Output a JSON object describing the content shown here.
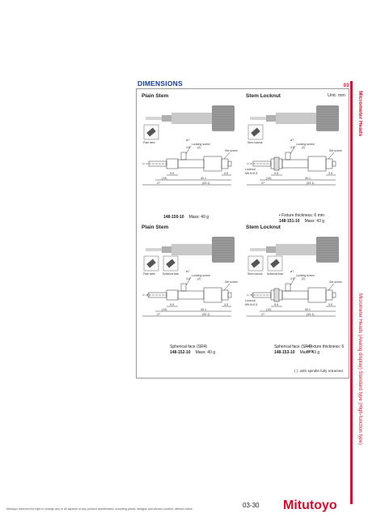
{
  "header": {
    "page_tab": "03"
  },
  "side": {
    "category": "Micrometer Heads",
    "subcategory": "Micrometer Heads (Analog display) Standard type (High-function type)"
  },
  "section": {
    "title": "DIMENSIONS",
    "unit": "Unit: mm"
  },
  "panels": [
    {
      "title": "Plain Stem",
      "photo_labels": [
        "Plain stem"
      ],
      "labels": {
        "locking_screw": "Locking screw",
        "set_screw": "Set screw",
        "locknut": ""
      },
      "dims": {
        "d1": "9.5",
        "d2": "(14)",
        "d3": "40.1",
        "d4": "27",
        "d5": "(53.1)",
        "d6": "3.5",
        "t1": "ø7",
        "t2": "4.6",
        "t3": "(2)"
      },
      "model": "148-150-10",
      "mass": "Mass: 40 g",
      "thickness": "",
      "spherical": ""
    },
    {
      "title": "Stem Locknut",
      "photo_labels": [
        "Stem locknut"
      ],
      "labels": {
        "locking_screw": "Locking screw",
        "set_screw": "Set screw",
        "locknut": "Locknut",
        "locknut_spec": "M9.5×0.5"
      },
      "dims": {
        "d1": "9.5",
        "d2": "(14)",
        "d3": "40.1",
        "d4": "27",
        "d5": "(53.1)",
        "d6": "3.5",
        "t1": "ø7",
        "t2": "4.6",
        "t3": "(2)"
      },
      "model": "148-151-10",
      "mass": "Mass: 43 g",
      "thickness": "• Fixture thickness: 6 mm",
      "spherical": ""
    },
    {
      "title": "Plain Stem",
      "photo_labels": [
        "Plain stem",
        "Spherical face"
      ],
      "labels": {
        "locking_screw": "Locking screw",
        "set_screw": "Set screw",
        "locknut": ""
      },
      "dims": {
        "d1": "9.5",
        "d2": "(14)",
        "d3": "40.1",
        "d4": "27",
        "d5": "(53.1)",
        "d6": "3.5",
        "t1": "ø7",
        "t2": "4.6",
        "t3": "(2)"
      },
      "model": "148-152-10",
      "mass": "Mass: 40 g",
      "thickness": "",
      "spherical": "Spherical face (SR4)"
    },
    {
      "title": "Stem Locknut",
      "photo_labels": [
        "Stem locknut",
        "Spherical face"
      ],
      "labels": {
        "locking_screw": "Locking screw",
        "set_screw": "Set screw",
        "locknut": "Locknut",
        "locknut_spec": "M9.5×0.5"
      },
      "dims": {
        "d1": "9.5",
        "d2": "(14)",
        "d3": "40.1",
        "d4": "27",
        "d5": "(53.1)",
        "d6": "3.5",
        "t1": "ø7",
        "t2": "4.6",
        "t3": "(2)"
      },
      "model": "148-153-10",
      "mass": "Mass: 43 g",
      "thickness": "• Fixture thickness: 6 mm",
      "spherical": "Spherical face (SR4)"
    }
  ],
  "footnote": "(   ): with spindle fully retracted.",
  "footer": {
    "disclaimer": "Mitutoyo reserves the right to change any or all aspects of any product specification, including prices, designs and service content, without notice.",
    "page_number": "03-30",
    "brand": "Mitutoyo"
  },
  "colors": {
    "accent": "#c8102e",
    "heading": "#1a3f8f"
  }
}
